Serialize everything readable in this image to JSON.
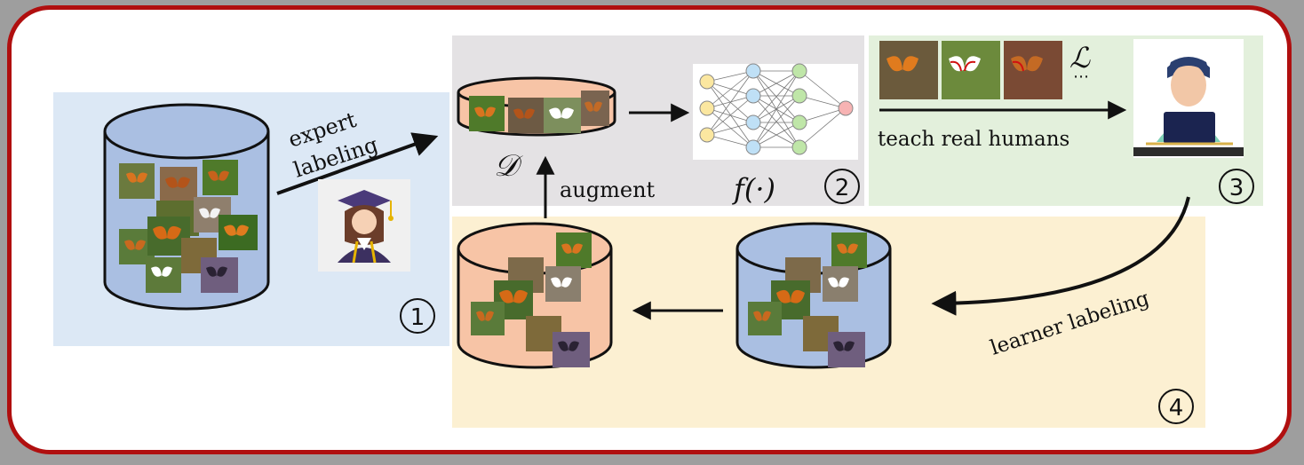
{
  "labels": {
    "expert_labeling_1": "expert",
    "expert_labeling_2": "labeling",
    "augment": "augment",
    "dataset_symbol": "𝒟",
    "model_symbol": "f(·)",
    "teach": "teach real humans",
    "loss_symbol": "ℒ",
    "loss_dots": "⋯",
    "learner_labeling": "learner labeling"
  },
  "steps": [
    "1",
    "2",
    "3",
    "4"
  ],
  "colors": {
    "border": "#b00f0f",
    "region1": "#dce8f5",
    "region2": "#e4e2e4",
    "region3": "#e3f0dc",
    "region4": "#fcf0d2",
    "db_blue": "#aabfe2",
    "db_salmon": "#f7c4a6",
    "nn_yellow": "#fbe7a0",
    "nn_blue": "#bfe0f6",
    "nn_green": "#bfe6a8",
    "nn_red": "#f7b3b3"
  },
  "icons": [
    "graduate-icon",
    "learner-at-laptop-icon",
    "neural-network-icon",
    "butterfly-photo-icon"
  ]
}
